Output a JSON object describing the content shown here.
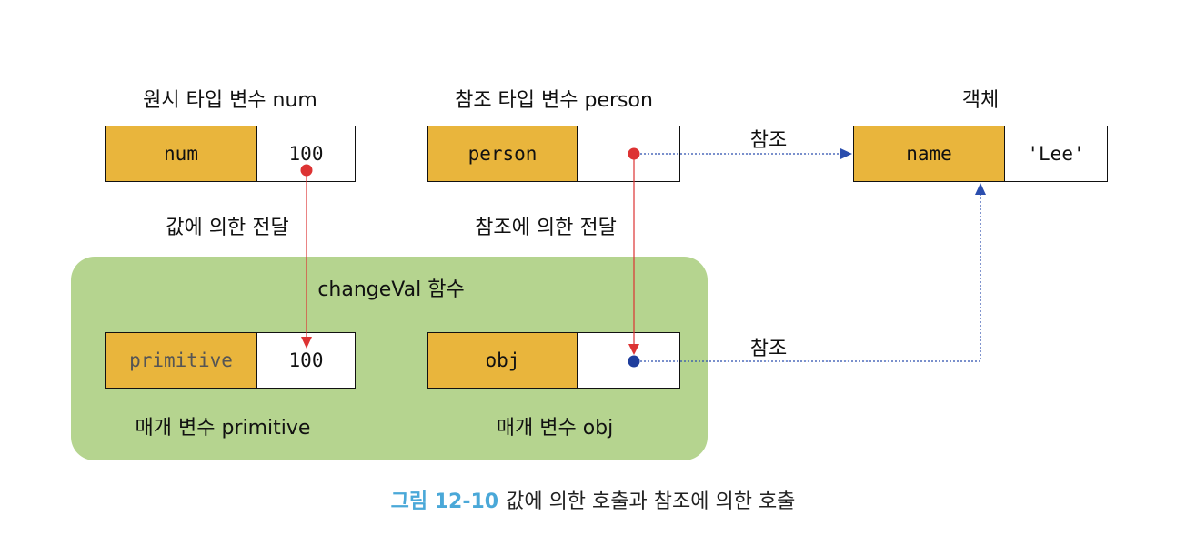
{
  "headings": {
    "primitive_var": "원시 타입 변수 num",
    "reference_var": "참조 타입 변수 person",
    "object": "객체"
  },
  "boxes": {
    "num": {
      "name": "num",
      "value": "100"
    },
    "person": {
      "name": "person",
      "value": ""
    },
    "object_prop": {
      "name": "name",
      "value": "'Lee'"
    },
    "primitive": {
      "name": "primitive",
      "value": "100"
    },
    "obj": {
      "name": "obj",
      "value": ""
    }
  },
  "labels": {
    "pass_by_value": "값에 의한 전달",
    "pass_by_reference": "참조에 의한 전달",
    "function_name": "changeVal 함수",
    "param_primitive": "매개 변수 primitive",
    "param_obj": "매개 변수 obj",
    "ref_top": "참조",
    "ref_bottom": "참조"
  },
  "caption": {
    "figure": "그림 12-10",
    "text": "값에 의한 호출과 참조에 의한 호출"
  },
  "colors": {
    "name_cell": "#e9b53c",
    "function_area": "#b5d48f",
    "red_arrow": "#dd3333",
    "blue_arrow": "#2b4eae",
    "caption_accent": "#4aa8d8"
  }
}
